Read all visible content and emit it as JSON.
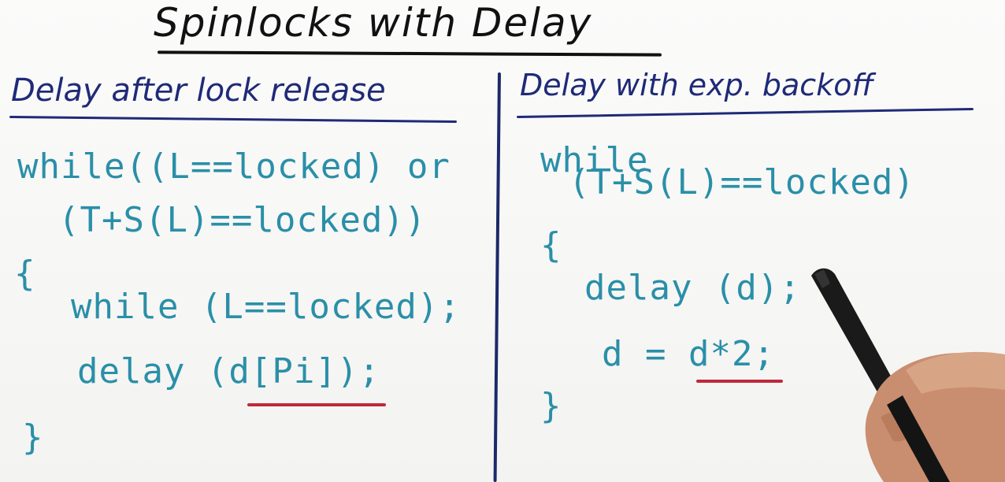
{
  "title": "Spinlocks with Delay",
  "left": {
    "heading": "Delay after lock release",
    "lines": [
      "while((L==locked) or",
      "(T+S(L)==locked))",
      "{",
      "while (L==locked);",
      "delay (d[Pi]);",
      "}"
    ]
  },
  "right": {
    "heading": "Delay with exp. backoff",
    "lines": [
      "while",
      "(T+S(L)==locked)",
      "{",
      "delay (d);",
      "d = d*2;",
      "}"
    ]
  },
  "colors": {
    "title": "#111111",
    "heading": "#1f2a78",
    "code": "#2a8fa8",
    "underline": "#c0283a"
  }
}
